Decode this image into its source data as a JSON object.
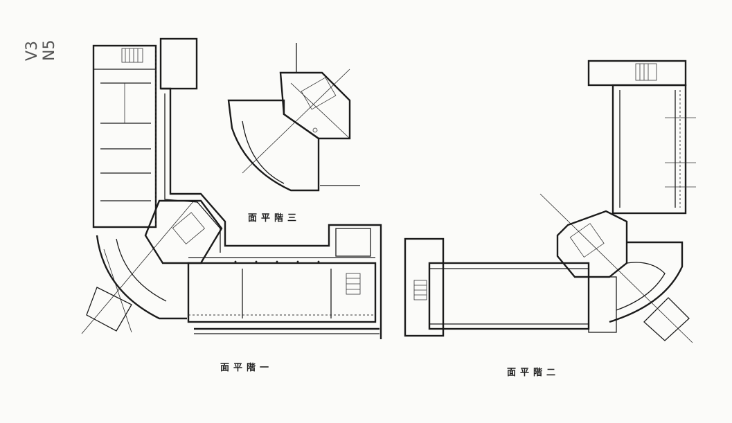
{
  "sheet": {
    "annotation": "V3 N5",
    "plans": [
      {
        "id": "floor-1",
        "title": "面平階一"
      },
      {
        "id": "floor-2",
        "title": "面平階二"
      },
      {
        "id": "floor-3",
        "title": "面平階三"
      }
    ]
  }
}
